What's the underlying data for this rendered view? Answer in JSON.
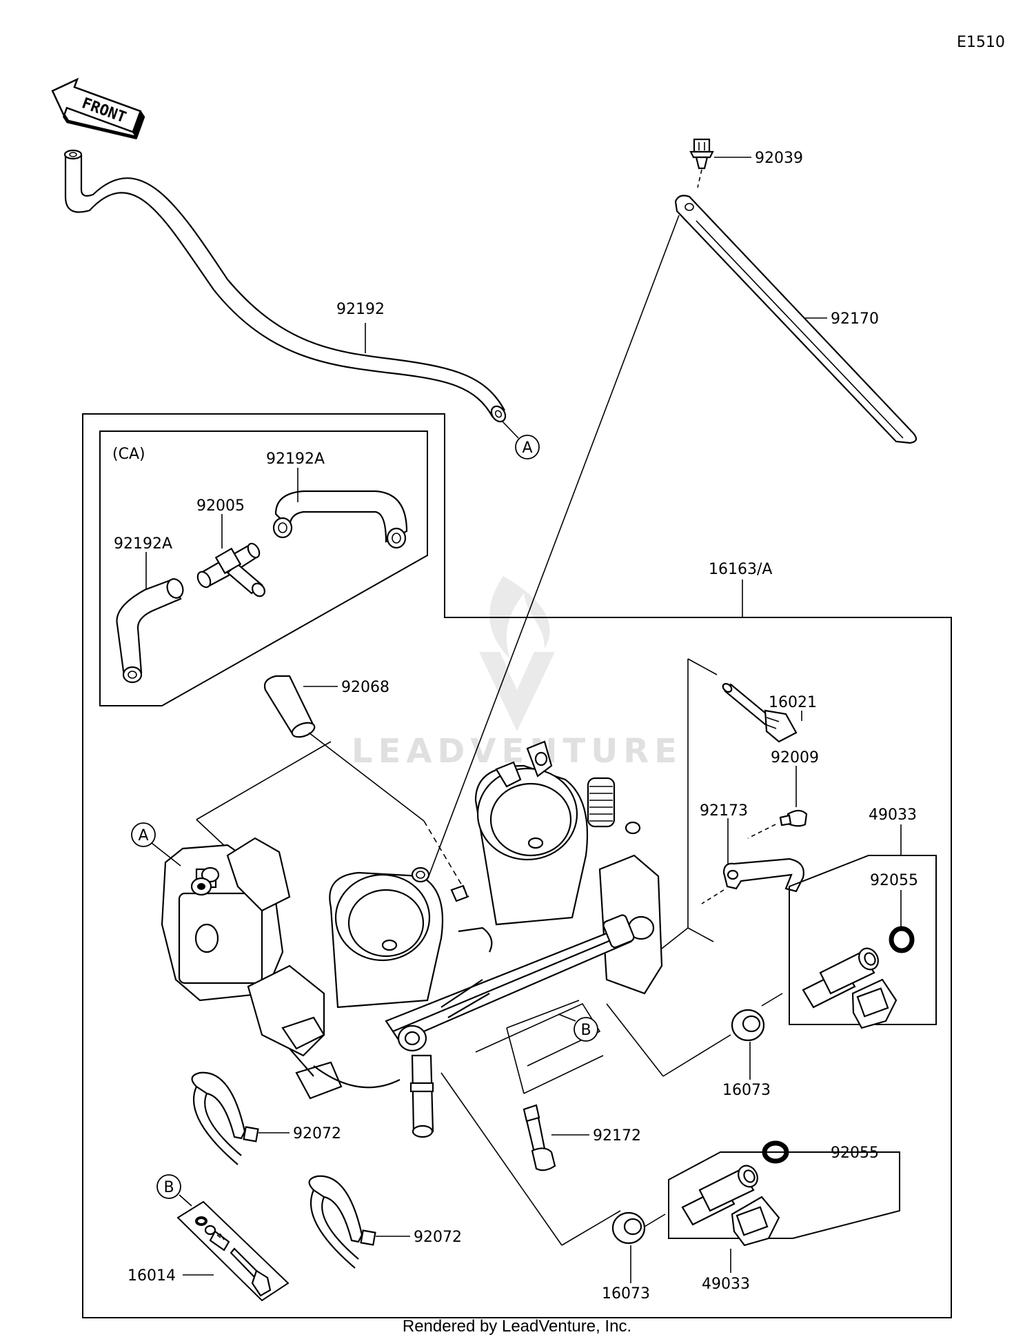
{
  "diagram_code": "E1510",
  "front_arrow": "FRONT",
  "callouts": {
    "p92039": "92039",
    "p92170": "92170",
    "p92192": "92192",
    "p92192A_top": "92192A",
    "p92192A_left": "92192A",
    "p92005": "92005",
    "p92068": "92068",
    "p16163A": "16163/A",
    "p16021": "16021",
    "p92009": "92009",
    "p92173": "92173",
    "p49033_top": "49033",
    "p92055_top": "92055",
    "p16073_mid": "16073",
    "p92072_a": "92072",
    "p92172": "92172",
    "p92055_bot": "92055",
    "p92072_b": "92072",
    "p16014": "16014",
    "p16073_bot": "16073",
    "p49033_bot": "49033"
  },
  "ca_label": "(CA)",
  "refs": {
    "a_top": "A",
    "a_body": "A",
    "b_rail": "B",
    "b_kit": "B"
  },
  "watermark": "LEADVENTURE",
  "footer": "Rendered by LeadVenture, Inc.",
  "colors": {
    "ink": "#000000",
    "paper": "#ffffff",
    "watermark": "#d9d9d9"
  }
}
